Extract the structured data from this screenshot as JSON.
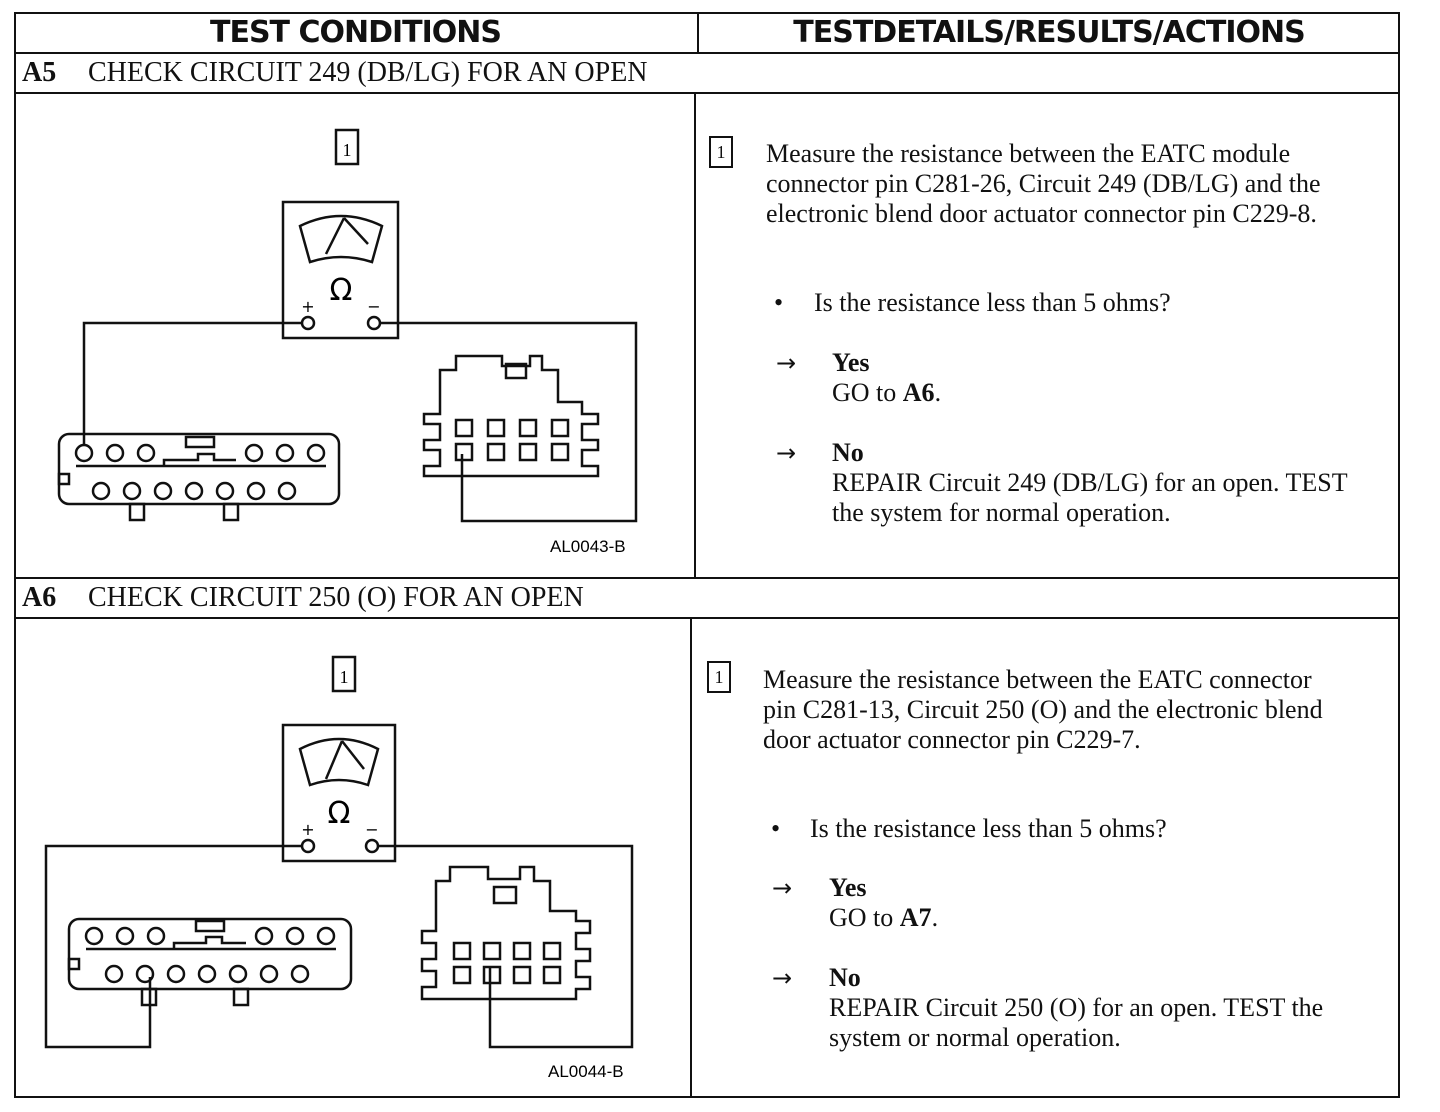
{
  "headers": {
    "left": "TEST CONDITIONS",
    "right": "TESTDETAILS/RESULTS/ACTIONS"
  },
  "sections": [
    {
      "id": "A5",
      "title": "CHECK CIRCUIT 249 (DB/LG) FOR AN OPEN",
      "figure_step": "1",
      "figure_id": "AL0043-B",
      "step_number": "1",
      "instruction": "Measure the resistance between the EATC module connector pin C281-26, Circuit 249 (DB/LG) and the electronic blend door actuator connector pin C229-8.",
      "question": "Is the resistance less than 5 ohms?",
      "yes_label": "Yes",
      "yes_action_prefix": "GO to",
      "yes_action_target": "A6",
      "yes_action_suffix": ".",
      "no_label": "No",
      "no_action": "REPAIR Circuit 249 (DB/LG) for an open. TEST the system for normal operation."
    },
    {
      "id": "A6",
      "title": "CHECK CIRCUIT 250 (O) FOR AN OPEN",
      "figure_step": "1",
      "figure_id": "AL0044-B",
      "step_number": "1",
      "instruction": "Measure the resistance between the EATC connector pin C281-13, Circuit 250 (O) and the electronic blend door actuator connector pin C229-7.",
      "question": "Is the resistance less than 5 ohms?",
      "yes_label": "Yes",
      "yes_action_prefix": "GO to",
      "yes_action_target": "A7",
      "yes_action_suffix": ".",
      "no_label": "No",
      "no_action": "REPAIR Circuit 250 (O) for an open. TEST the system or normal operation."
    }
  ],
  "meter": {
    "symbol": "Ω",
    "plus": "+",
    "minus": "−"
  },
  "symbols": {
    "arrow": "→",
    "bullet": "•"
  }
}
